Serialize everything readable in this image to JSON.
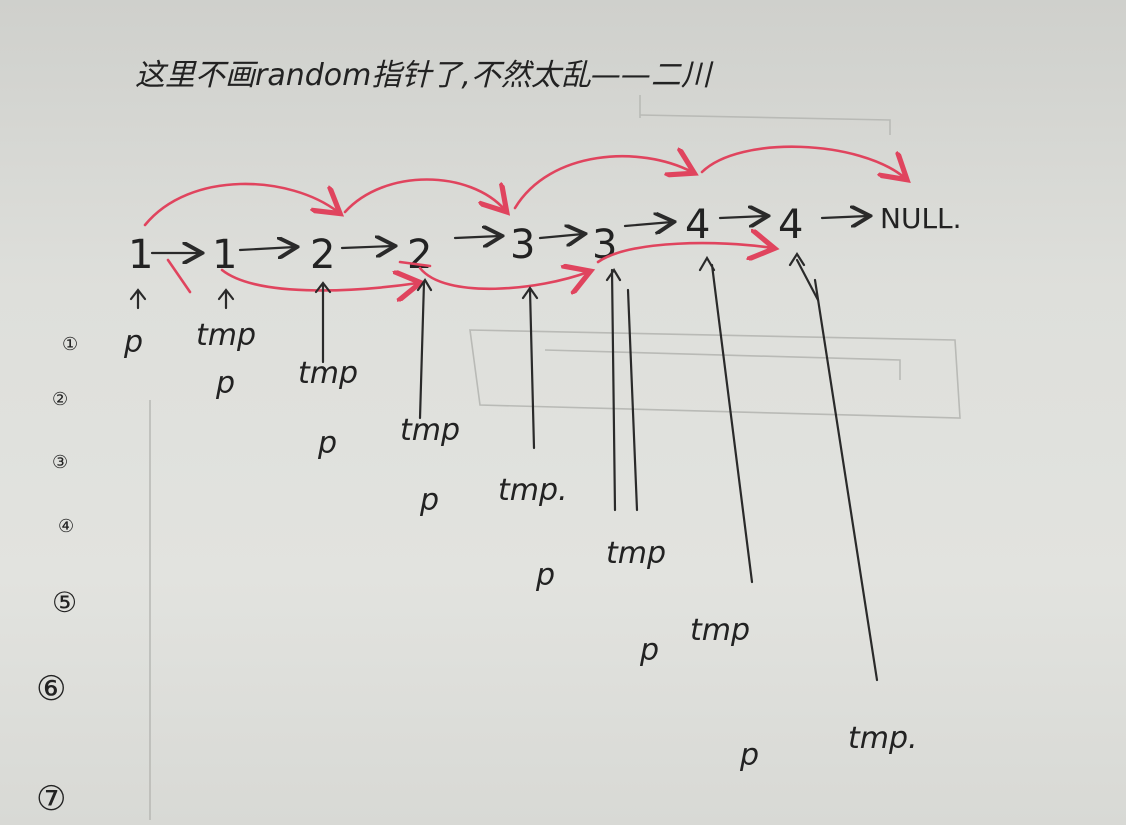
{
  "note": "这里不画random指针了,不然太乱——二川",
  "nodes": [
    "1",
    "1",
    "2",
    "2",
    "3",
    "3",
    "4",
    "4"
  ],
  "null_label": "NULL.",
  "pointer_labels": {
    "p": "p",
    "tmp": "tmp",
    "tmp_dot": "tmp."
  },
  "steps": [
    "①",
    "②",
    "③",
    "④",
    "⑤",
    "⑥",
    "⑦"
  ],
  "colors": {
    "ink": "#2a2a2a",
    "red_pen": "#e0445e",
    "paper": "#e2e3df"
  }
}
